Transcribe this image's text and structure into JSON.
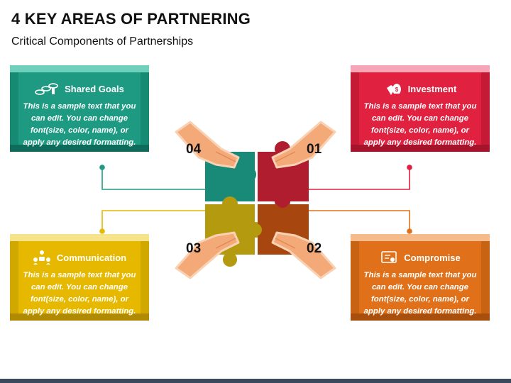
{
  "title": "4 KEY AREAS OF PARTNERING",
  "subtitle": "Critical Components of Partnerships",
  "cards": [
    {
      "title": "Shared Goals",
      "text": "This is a sample text that you can edit. You can change font(size, color, name), or apply any desired formatting.",
      "icon": "coins-icon",
      "number": "04",
      "color": "#1e9a82"
    },
    {
      "title": "Investment",
      "text": "This is a sample text that you can edit. You can change font(size, color, name), or apply any desired formatting.",
      "icon": "money-bag-icon",
      "number": "01",
      "color": "#e0213f"
    },
    {
      "title": "Communication",
      "text": "This is a sample text that you can edit. You can change font(size, color, name), or apply any desired formatting.",
      "icon": "people-chat-icon",
      "number": "03",
      "color": "#e6b800"
    },
    {
      "title": "Compromise",
      "text": "This is a sample text that you can edit. You can change font(size, color, name), or apply any desired formatting.",
      "icon": "certificate-icon",
      "number": "02",
      "color": "#e0711a"
    }
  ],
  "colors": {
    "teal": "#1e9a82",
    "red": "#e0213f",
    "yellow": "#e6b800",
    "orange": "#e0711a",
    "puzzle_teal": "#1a8a78",
    "puzzle_red": "#b01d2f",
    "puzzle_olive": "#b39a0e",
    "puzzle_brown": "#a8460f",
    "hand": "#f4a978",
    "footer": "#3a4a5c"
  }
}
